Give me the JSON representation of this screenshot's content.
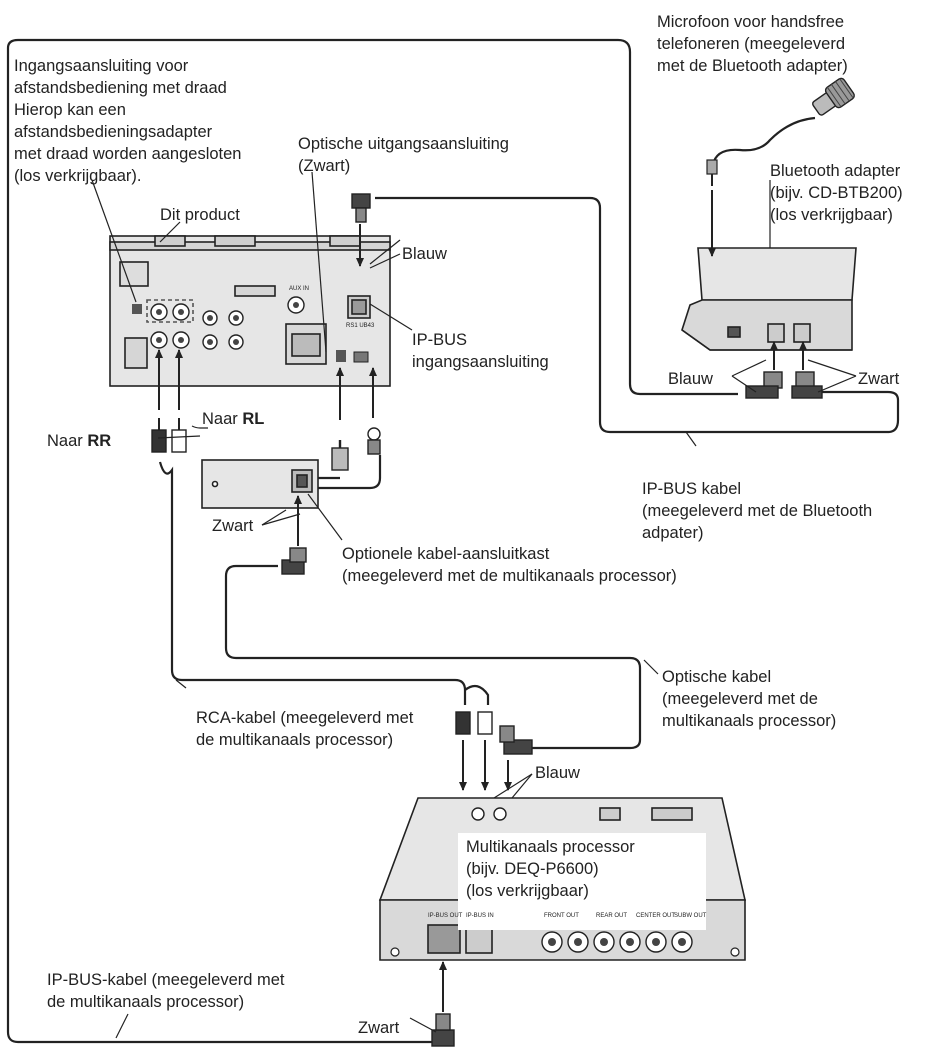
{
  "labels": {
    "remote_input": [
      "Ingangsaansluiting voor",
      "afstandsbediening met draad",
      "Hierop kan een",
      "afstandsbedieningsadapter",
      "met draad worden aangesloten",
      "(los verkrijgbaar)."
    ],
    "product": "Dit product",
    "optical_output": [
      "Optische uitgangsaansluiting",
      "(Zwart)"
    ],
    "microphone": [
      "Microfoon voor handsfree",
      "telefoneren (meegeleverd",
      "met de Bluetooth adapter)"
    ],
    "bt_adapter": [
      "Bluetooth adapter",
      "(bijv. CD-BTB200)",
      "(los verkrijgbaar)"
    ],
    "blauw_top": "Blauw",
    "ipbus_input": [
      "IP-BUS",
      "ingangsaansluiting"
    ],
    "blauw_bt": "Blauw",
    "zwart_bt": "Zwart",
    "naar_rl_prefix": "Naar ",
    "naar_rl_bold": "RL",
    "naar_rr_prefix": "Naar ",
    "naar_rr_bold": "RR",
    "ipbus_cable_bt": [
      "IP-BUS kabel",
      "(meegeleverd met de Bluetooth",
      "adpater)"
    ],
    "zwart_box": "Zwart",
    "junction_box": [
      "Optionele kabel-aansluitkast",
      "(meegeleverd met de multikanaals processor)"
    ],
    "optical_cable": [
      "Optische kabel",
      "(meegeleverd met de",
      "multikanaals processor)"
    ],
    "rca_cable": [
      "RCA-kabel (meegeleverd met",
      "de multikanaals processor)"
    ],
    "blauw_proc": "Blauw",
    "processor": [
      "Multikanaals processor",
      "(bijv. DEQ-P6600)",
      "(los verkrijgbaar)"
    ],
    "ipbus_cable_proc": [
      "IP-BUS-kabel (meegeleverd met",
      "de multikanaals processor)"
    ],
    "zwart_proc": "Zwart"
  },
  "device_texts": {
    "rs1": "RS1 UB43",
    "aux": "AUX IN",
    "ipbus_out": "IP-BUS OUT",
    "ipbus_in": "IP-BUS IN",
    "front_out": "FRONT OUT",
    "rear_out": "REAR OUT",
    "center_out": "CENTER OUT",
    "sub_out": "SUBW OUT"
  },
  "colors": {
    "ink": "#222222",
    "device_fill": "#e6e6e6",
    "device_dark": "#cfcfcf",
    "connector": "#555555"
  }
}
